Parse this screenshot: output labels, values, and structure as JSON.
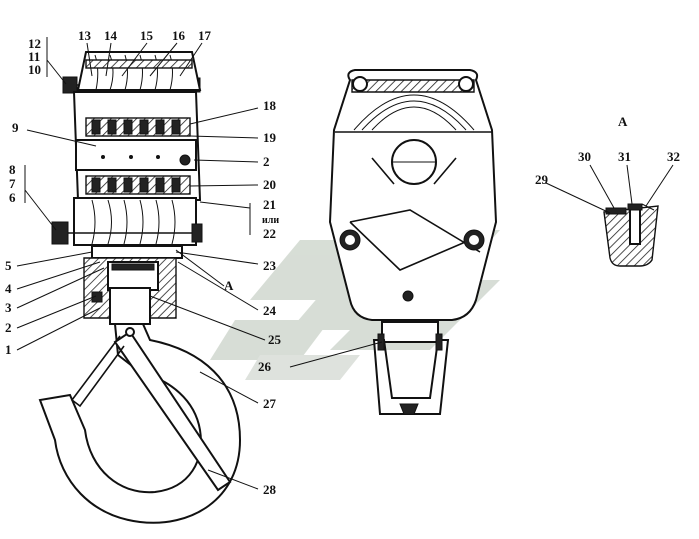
{
  "callouts": {
    "c1": "1",
    "c2": "2",
    "c3": "3",
    "c4": "4",
    "c5": "5",
    "c6": "6",
    "c7": "7",
    "c8": "8",
    "c9": "9",
    "c10": "10",
    "c11": "11",
    "c12": "12",
    "c13": "13",
    "c14": "14",
    "c15": "15",
    "c16": "16",
    "c17": "17",
    "c18": "18",
    "c19": "19",
    "c2b": "2",
    "c20": "20",
    "c21": "21",
    "or": "или",
    "c22": "22",
    "c23": "23",
    "c24": "24",
    "c25": "25",
    "c26": "26",
    "c27": "27",
    "c28": "28",
    "c29": "29",
    "c30": "30",
    "c31": "31",
    "c32": "32",
    "viewA": "A",
    "viewA_title": "А"
  }
}
